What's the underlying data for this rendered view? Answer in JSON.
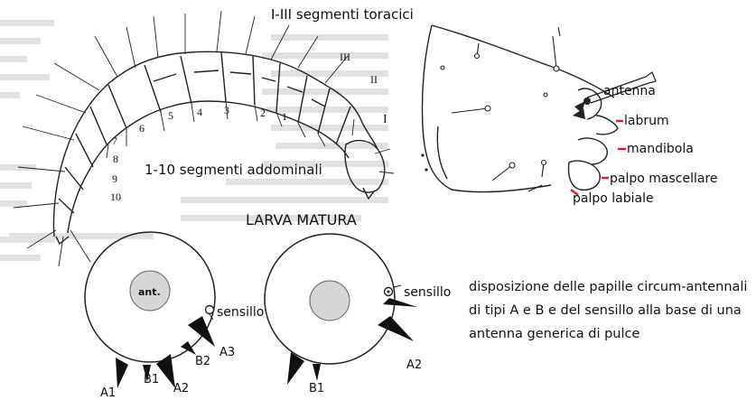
{
  "title": "LARVA MATURA",
  "larva": {
    "thoracic_label": "I-III  segmenti toracici",
    "abdominal_label": "1-10 segmenti addominali",
    "roman_numerals": [
      "III",
      "II",
      "I"
    ],
    "segment_numbers": [
      "1",
      "2",
      "3",
      "4",
      "5",
      "6",
      "7",
      "8",
      "9",
      "10"
    ]
  },
  "head": {
    "labels": {
      "antenna": "antenna",
      "labrum": "labrum",
      "mandibola": "mandibola",
      "palpo_mascellare": "palpo mascellare",
      "palpo_labiale": "palpo labiale"
    },
    "pointer_color": "#e02020"
  },
  "papille": {
    "left": {
      "ant_label": "ant.",
      "sensillo_label": "sensillo",
      "labels": [
        "A1",
        "B1",
        "A2",
        "B2",
        "A3"
      ]
    },
    "right": {
      "sensillo_label": "sensillo",
      "labels": [
        "B1",
        "A2"
      ]
    }
  },
  "caption": [
    "disposizione delle papille circum-antennali",
    "di tipi A e B e del sensillo alla base di una",
    "antenna generica di pulce"
  ]
}
